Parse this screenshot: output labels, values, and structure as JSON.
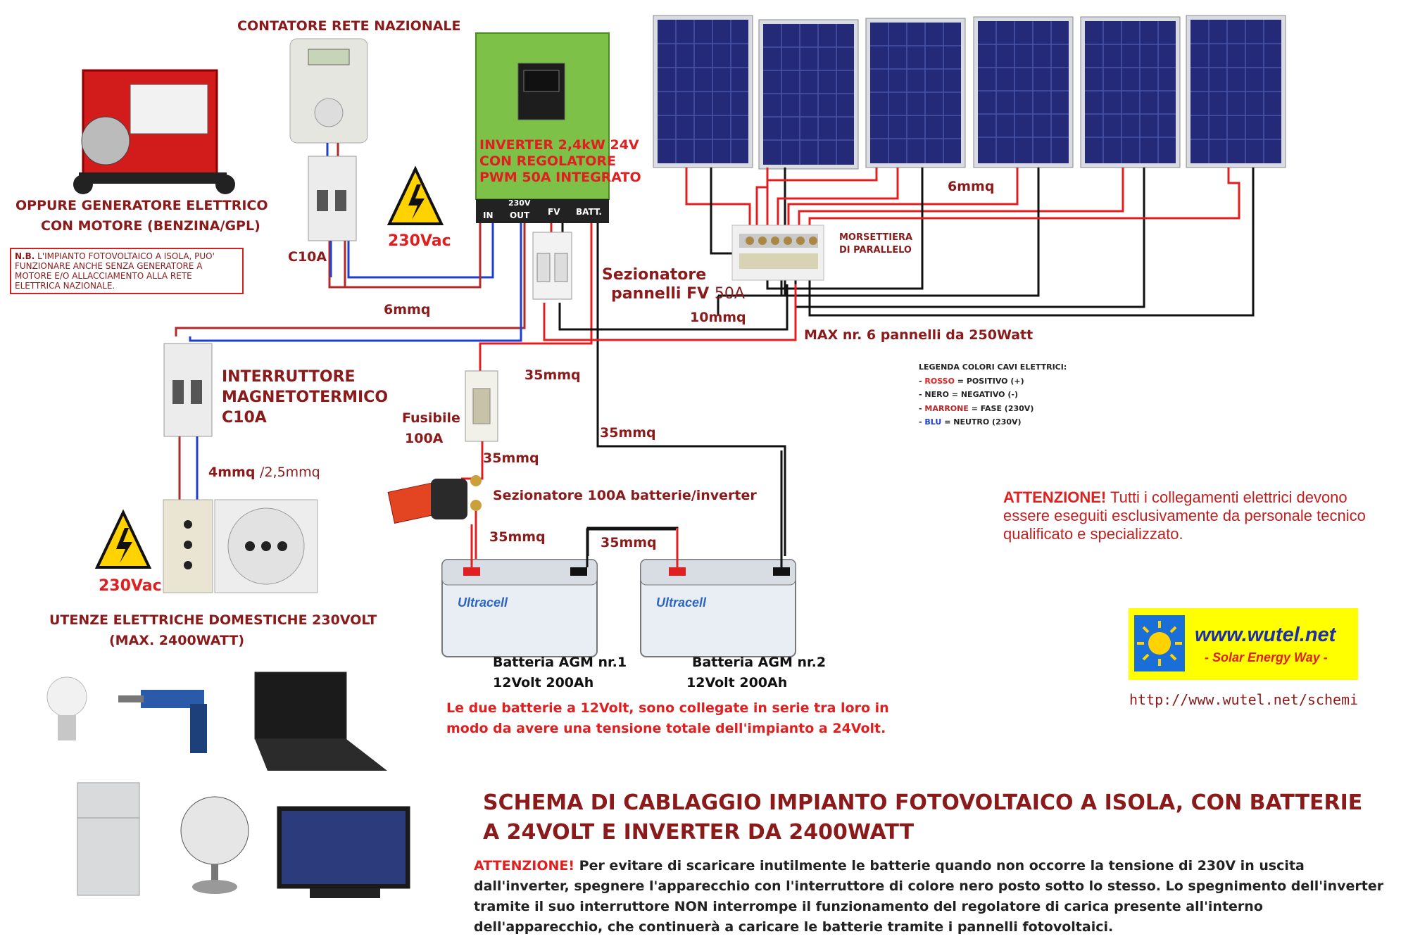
{
  "labels": {
    "meter": "CONTATORE RETE NAZIONALE",
    "generator_l1": "OPPURE  GENERATORE ELETTRICO",
    "generator_l2": "CON MOTORE (BENZINA/GPL)",
    "breaker_top": "C10A",
    "vac1": "230Vac",
    "vac2": "230Vac",
    "inverter_l1": "INVERTER 2,4kW 24V",
    "inverter_l2": "CON REGOLATORE",
    "inverter_l3": "PWM 50A  INTEGRATO",
    "pv_disc_l1": "Sezionatore",
    "pv_disc_l2": "pannelli FV",
    "pv_disc_amp": "50A",
    "morsettiera_l1": "MORSETTIERA",
    "morsettiera_l2": "DI PARALLELO",
    "max_panels": "MAX nr. 6 pannelli da 250Watt",
    "magneto_l1": "INTERRUTTORE",
    "magneto_l2": "MAGNETOTERMICO",
    "magneto_l3": "C10A",
    "fuse_l1": "Fusibile",
    "fuse_l2": "100A",
    "sez_100a": "Sezionatore 100A  batterie/inverter",
    "utenze_l1": "UTENZE ELETTRICHE DOMESTICHE 230VOLT",
    "utenze_l2": "(MAX. 2400WATT)",
    "batt1_l1": "Batteria AGM nr.1",
    "batt1_l2": "12Volt 200Ah",
    "batt2_l1": "Batteria AGM nr.2",
    "batt2_l2": "12Volt 200Ah",
    "series_l1": "Le due batterie a 12Volt, sono collegate in serie tra loro in",
    "series_l2": "modo da avere una tensione totale dell'impianto a 24Volt."
  },
  "ports": {
    "v230": "230V",
    "in": "IN",
    "out": "OUT",
    "fv": "FV",
    "batt": "BATT."
  },
  "cables": {
    "c6mmq_panels": "6mmq",
    "c6mmq_ac": "6mmq",
    "c10mmq": "10mmq",
    "c4mmq": "4mmq",
    "c25mmq": "/2,5mmq",
    "c35_a": "35mmq",
    "c35_b": "35mmq",
    "c35_c": "35mmq",
    "c35_d": "35mmq",
    "c35_e": "35mmq"
  },
  "note": {
    "prefix": "N.B.",
    "text": "L'IMPIANTO FOTOVOLTAICO A ISOLA, PUO' FUNZIONARE ANCHE SENZA GENERATORE A MOTORE E/O ALLACCIAMENTO ALLA RETE ELETTRICA NAZIONALE."
  },
  "legend": {
    "title": "LEGENDA COLORI CAVI ELETTRICI:",
    "red_key": "ROSSO",
    "red_val": "= POSITIVO (+)",
    "black_key": "NERO",
    "black_val": "= NEGATIVO (-)",
    "brown_key": "MARRONE",
    "brown_val": "= FASE (230V)",
    "blue_key": "BLU",
    "blue_val": "= NEUTRO (230V)"
  },
  "warning": {
    "prefix": "ATTENZIONE!",
    "text": "Tutti i collegamenti elettrici devono essere eseguiti esclusivamente da personale tecnico qualificato e specializzato."
  },
  "logo": {
    "www": "www.wutel.net",
    "tagline": "- Solar Energy Way -",
    "url": "http://www.wutel.net/schemi"
  },
  "title": {
    "line1": "SCHEMA DI CABLAGGIO IMPIANTO FOTOVOLTAICO A ISOLA, CON BATTERIE",
    "line2": "A 24VOLT E INVERTER DA 2400WATT"
  },
  "bottom": {
    "prefix": "ATTENZIONE!",
    "text": "Per evitare di scaricare inutilmente le batterie quando non occorre la tensione di 230V in uscita dall'inverter, spegnere l'apparecchio con l'interruttore di colore nero posto sotto lo stesso. Lo spegnimento dell'inverter tramite il suo interruttore NON interrompe il funzionamento del regolatore di carica presente all'interno dell'apparecchio, che continuerà a caricare le batterie tramite i pannelli fotovoltaici."
  },
  "colors": {
    "positive": "#e02020",
    "negative": "#111111",
    "phase": "#b3282a",
    "neutral": "#1d3fd0",
    "label": "#8b1a1a",
    "logo_bg": "#ffff00"
  }
}
